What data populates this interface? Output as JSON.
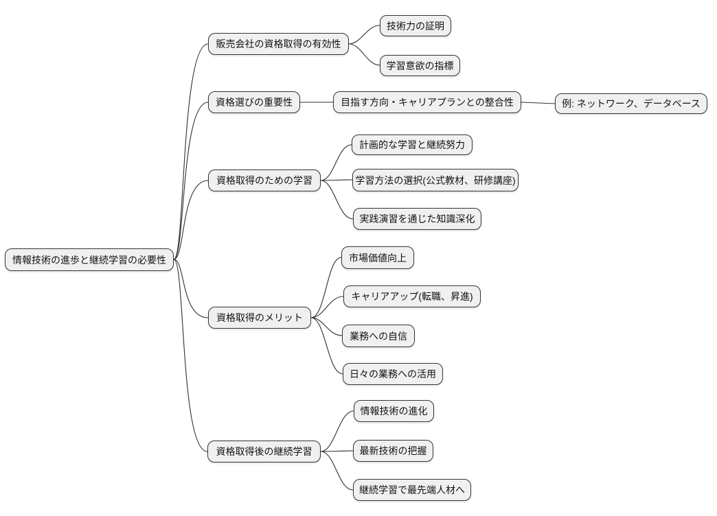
{
  "mindmap": {
    "type": "mindmap-diagram",
    "colors": {
      "background": "#ffffff",
      "node_fill": "#f0f0f0",
      "node_border": "#333333",
      "edge": "#2e2e2e",
      "text": "#111111"
    },
    "root": {
      "label": "情報技術の進歩と継続学習の必要性"
    },
    "branches": [
      {
        "label": "販売会社の資格取得の有効性",
        "children": [
          {
            "label": "技術力の証明"
          },
          {
            "label": "学習意欲の指標"
          }
        ]
      },
      {
        "label": "資格選びの重要性",
        "children": [
          {
            "label": "目指す方向・キャリアプランとの整合性",
            "children": [
              {
                "label": "例: ネットワーク、データベース"
              }
            ]
          }
        ]
      },
      {
        "label": "資格取得のための学習",
        "children": [
          {
            "label": "計画的な学習と継続努力"
          },
          {
            "label": "学習方法の選択(公式教材、研修講座)"
          },
          {
            "label": "実践演習を通じた知識深化"
          }
        ]
      },
      {
        "label": "資格取得のメリット",
        "children": [
          {
            "label": "市場価値向上"
          },
          {
            "label": "キャリアアップ(転職、昇進)"
          },
          {
            "label": "業務への自信"
          },
          {
            "label": "日々の業務への活用"
          }
        ]
      },
      {
        "label": "資格取得後の継続学習",
        "children": [
          {
            "label": "情報技術の進化"
          },
          {
            "label": "最新技術の把握"
          },
          {
            "label": "継続学習で最先端人材へ"
          }
        ]
      }
    ]
  }
}
